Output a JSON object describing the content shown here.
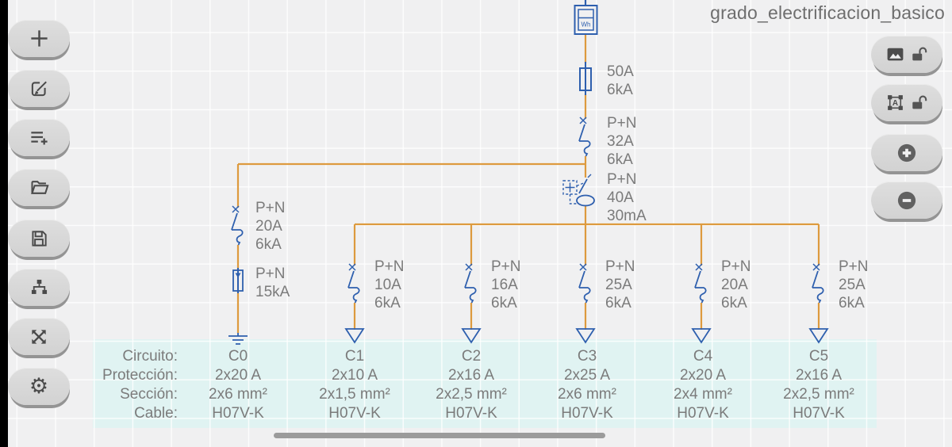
{
  "title": "grado_electrificacion_basico",
  "icons": {
    "gear_glyph": "⚙"
  },
  "left_toolbar": {
    "buttons": [
      {
        "name": "add",
        "icon": "plus-icon"
      },
      {
        "name": "edit",
        "icon": "edit-icon"
      },
      {
        "name": "add-list",
        "icon": "playlist-add-icon"
      },
      {
        "name": "open",
        "icon": "folder-open-icon"
      },
      {
        "name": "save",
        "icon": "save-icon"
      },
      {
        "name": "schema-tree",
        "icon": "hierarchy-icon"
      },
      {
        "name": "fit-screen",
        "icon": "expand-arrows-icon"
      },
      {
        "name": "settings",
        "icon": "gear-icon"
      }
    ]
  },
  "right_toolbar": {
    "buttons": [
      {
        "name": "background-image-lock",
        "icons": [
          "image-icon",
          "unlock-icon"
        ]
      },
      {
        "name": "text-labels-lock",
        "icons": [
          "text-select-icon",
          "unlock-icon"
        ]
      },
      {
        "name": "zoom-in",
        "icons": [
          "plus-circle-icon"
        ]
      },
      {
        "name": "zoom-out",
        "icons": [
          "minus-circle-icon"
        ]
      }
    ]
  },
  "schematic": {
    "meter": {
      "label": "Wh"
    },
    "fuse": {
      "lines": [
        "50A",
        "6kA"
      ]
    },
    "main_breaker": {
      "lines": [
        "P+N",
        "32A",
        "6kA"
      ]
    },
    "rcd": {
      "lines": [
        "P+N",
        "40A",
        "30mA"
      ]
    },
    "c0_breaker": {
      "lines": [
        "P+N",
        "20A",
        "6kA"
      ]
    },
    "surge_protector": {
      "lines": [
        "P+N",
        "15kA"
      ]
    },
    "branch_breakers": [
      {
        "circuit": "C1",
        "lines": [
          "P+N",
          "10A",
          "6kA"
        ]
      },
      {
        "circuit": "C2",
        "lines": [
          "P+N",
          "16A",
          "6kA"
        ]
      },
      {
        "circuit": "C3",
        "lines": [
          "P+N",
          "25A",
          "6kA"
        ]
      },
      {
        "circuit": "C4",
        "lines": [
          "P+N",
          "20A",
          "6kA"
        ]
      },
      {
        "circuit": "C5",
        "lines": [
          "P+N",
          "25A",
          "6kA"
        ]
      }
    ]
  },
  "table": {
    "row_labels": [
      "Circuito:",
      "Protección:",
      "Sección:",
      "Cable:"
    ],
    "columns": [
      {
        "circuit": "C0",
        "protection": "2x20 A",
        "section": "2x6 mm²",
        "cable": "H07V-K"
      },
      {
        "circuit": "C1",
        "protection": "2x10 A",
        "section": "2x1,5 mm²",
        "cable": "H07V-K"
      },
      {
        "circuit": "C2",
        "protection": "2x16 A",
        "section": "2x2,5 mm²",
        "cable": "H07V-K"
      },
      {
        "circuit": "C3",
        "protection": "2x25 A",
        "section": "2x6 mm²",
        "cable": "H07V-K"
      },
      {
        "circuit": "C4",
        "protection": "2x20 A",
        "section": "2x4 mm²",
        "cable": "H07V-K"
      },
      {
        "circuit": "C5",
        "protection": "2x16 A",
        "section": "2x2,5 mm²",
        "cable": "H07V-K"
      }
    ]
  },
  "colors": {
    "wire": "#dd9a3e",
    "component": "#2e5fae",
    "label_text": "#7b7b7b",
    "table_background": "#e0f3f2",
    "canvas_background": "#f0f0f1"
  }
}
